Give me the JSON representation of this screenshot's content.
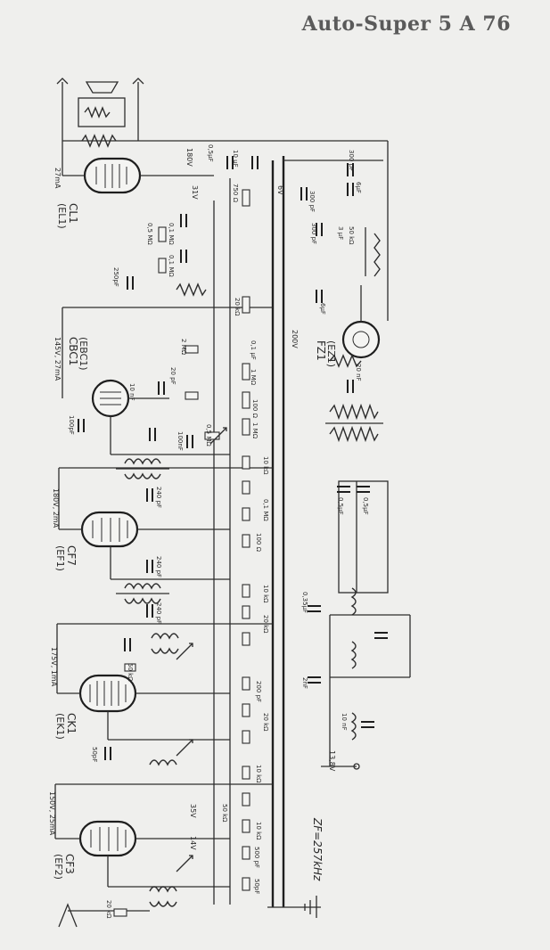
{
  "title": "Auto-Super 5 A 76",
  "tubes": [
    {
      "id": "CL1",
      "type": "(EL1)",
      "current": "27mA"
    },
    {
      "id": "CBC1",
      "type": "(EBC1)",
      "current": "145V, 27mA"
    },
    {
      "id": "CF7",
      "type": "(EF1)",
      "current": "180V, 2mA"
    },
    {
      "id": "CK1",
      "type": "(EK1)",
      "current": "175V, 1mA"
    },
    {
      "id": "CF3",
      "type": "(EF2)",
      "current": "150V, 25mA"
    },
    {
      "id": "FZ1",
      "type": "(EZ1)",
      "current": ""
    }
  ],
  "if_frequency": "ZF=257kHz",
  "supply_note": "13,8V",
  "voltages": [
    "180V",
    "200V",
    "31V",
    "6V",
    "35V",
    "14V"
  ],
  "component_values": {
    "cap_05": "0,5µF",
    "cap_10": "10 µF",
    "cap_300": "300 pF",
    "cap_250": "250pF",
    "cap_500pf": "500 pF",
    "res_750": "750 Ω",
    "res_1m": "1 MΩ",
    "res_01m": "0,1 MΩ",
    "res_20k": "20 kΩ",
    "cap_100pf": "100pF",
    "res_2m": "2 MΩ",
    "cap_100nf": "100nF",
    "cap_035": "0,35µF",
    "cap_3": "3 µF",
    "res_50k": "50 kΩ",
    "cap_50pf": "50pF",
    "cap_2nf": "2nF",
    "cap_10nf": "10 nF",
    "cap_20nf": "20 nF",
    "cap_240": "240 pF",
    "res_10k": "10 kΩ",
    "cap_01": "0,1 µF",
    "cap_200": "200 pF",
    "res_100": "100 Ω",
    "cap_20pf": "20 pF",
    "cap_6": "6µF",
    "res_05m": "0,5 MΩ"
  }
}
